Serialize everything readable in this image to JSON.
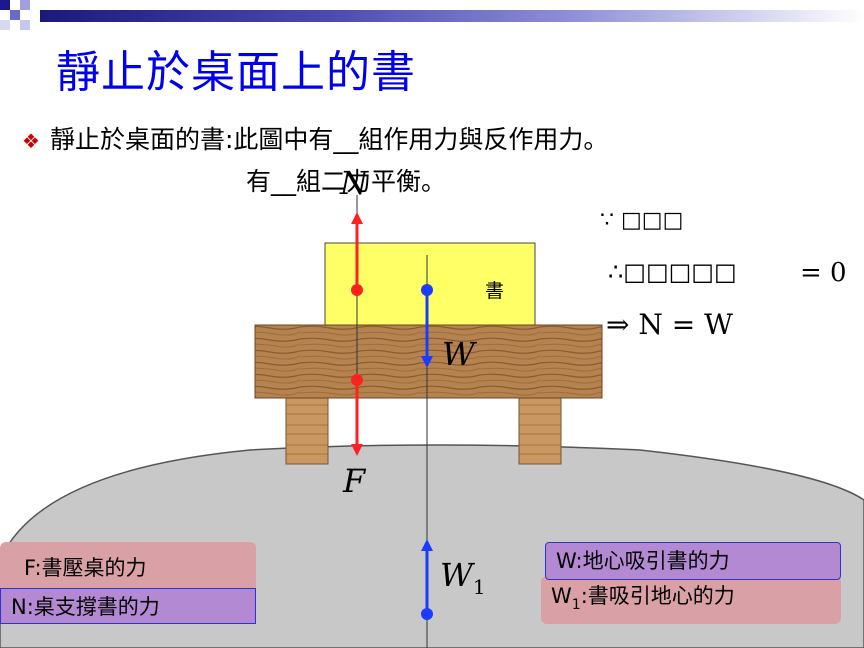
{
  "title": "靜止於桌面上的書",
  "intro": {
    "bullet": "❖",
    "line1": "靜止於桌面的書:此圖中有__組作用力與反作用力。",
    "line2": "有__組二力平衡。"
  },
  "diagram": {
    "book_label": "書",
    "force_N": "N",
    "force_W": "W",
    "force_F": "F",
    "force_W1": "W",
    "force_W1_sub": "1"
  },
  "equations": {
    "line1": "∵ □□□",
    "line2": "∴□□□□□",
    "line2_rhs": "= 0",
    "line3": "⇒ N = W"
  },
  "legend": {
    "F": "F:書壓桌的力",
    "N": "N:桌支撐書的力",
    "W": "W:地心吸引書的力",
    "W1_prefix": "W",
    "W1_sub": "1",
    "W1_rest": ":書吸引地心的力"
  },
  "colors": {
    "title": "#0000ee",
    "book": "#ffff66",
    "earth": "#c8c8c8",
    "table": "#b5834f",
    "red_arrow": "#ff2020",
    "blue_arrow": "#1a3cff",
    "legend_pink": "#d9a0a6",
    "legend_purple": "#b489d4"
  }
}
